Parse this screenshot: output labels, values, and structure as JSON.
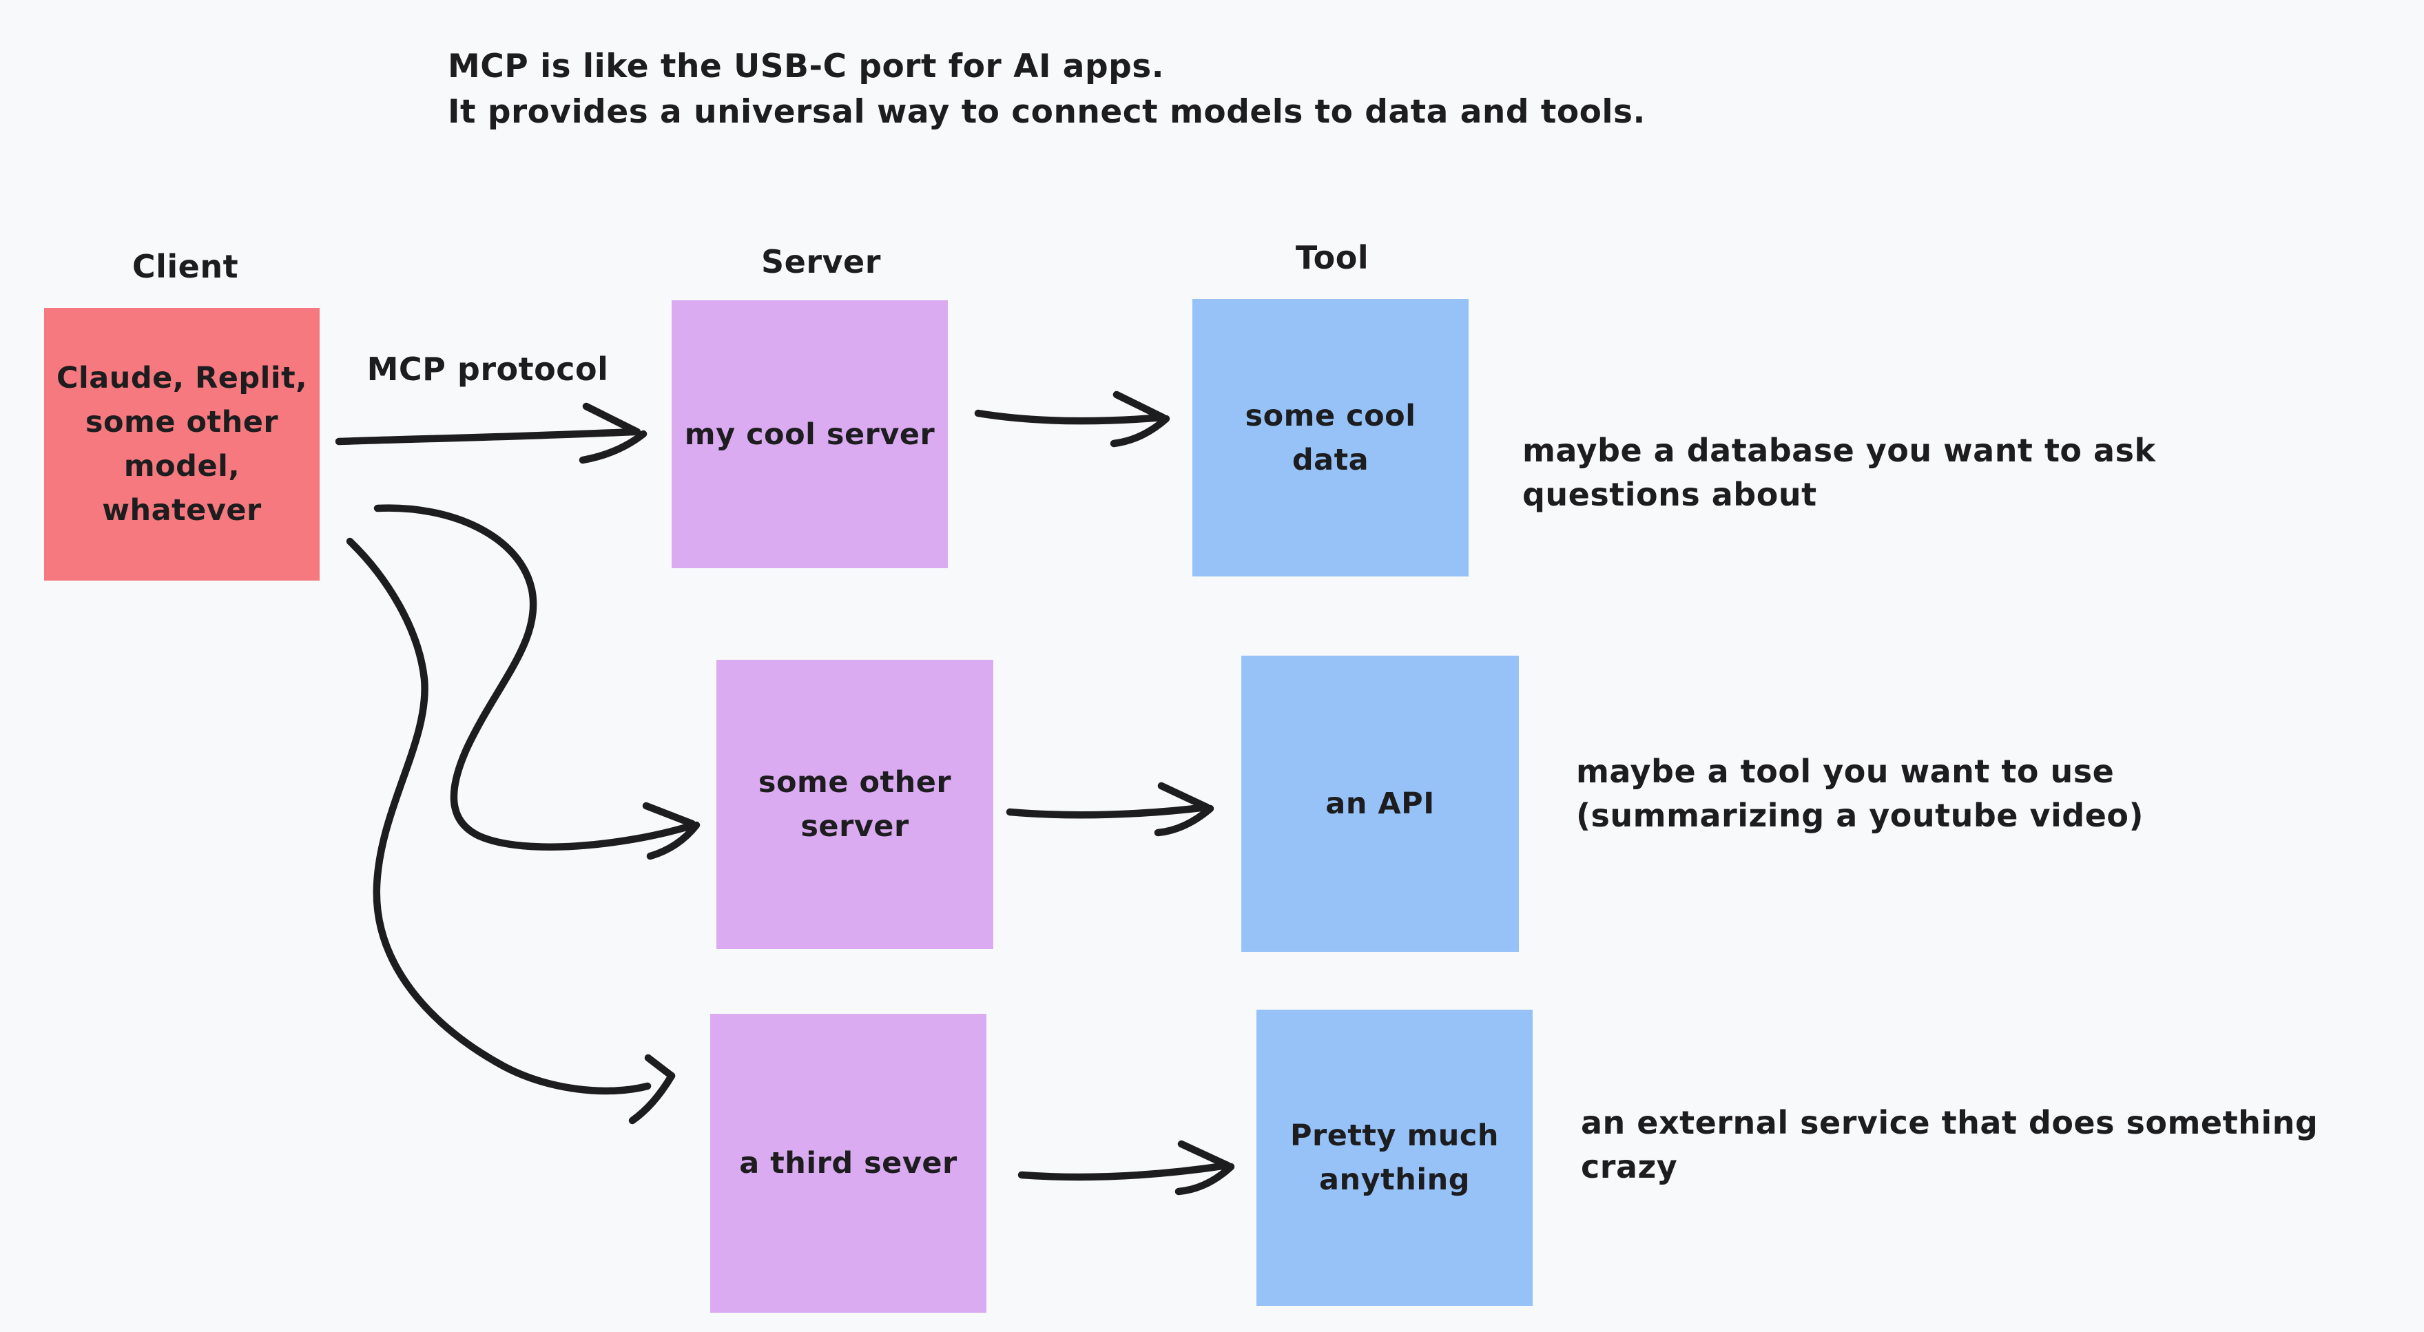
{
  "app": {
    "background_color": "#f8f9fb",
    "ink_color": "#1d1d1f",
    "note_shadow_color": "#e3e4e6"
  },
  "title": {
    "line1": "MCP is like the USB-C port for AI apps.",
    "line2": "It provides a universal way to connect models to data and tools."
  },
  "column_labels": {
    "client": "Client",
    "server": "Server",
    "tool": "Tool"
  },
  "mcp_arrow_label": "MCP protocol",
  "notes": {
    "client": {
      "color": "#f5797e",
      "line1": "Claude, Replit,",
      "line2": "some other",
      "line3": "model,",
      "line4": "whatever"
    },
    "server1": {
      "color": "#dbabf2",
      "line1": "my cool server"
    },
    "server2": {
      "color": "#dbabf2",
      "line1": "some other",
      "line2": "server"
    },
    "server3": {
      "color": "#dbabf2",
      "line1": "a third sever"
    },
    "tool1": {
      "color": "#96c2f8",
      "line1": "some cool",
      "line2": "data"
    },
    "tool2": {
      "color": "#96c2f8",
      "line1": "an API"
    },
    "tool3": {
      "color": "#96c2f8",
      "line1": "Pretty much",
      "line2": "anything"
    }
  },
  "annotations": {
    "tool1": {
      "line1": "maybe a database you want to ask",
      "line2": "questions about"
    },
    "tool2": {
      "line1": "maybe a tool you want to use",
      "line2": "(summarizing a youtube video)"
    },
    "tool3": {
      "line1": "an external service that does something crazy"
    }
  }
}
